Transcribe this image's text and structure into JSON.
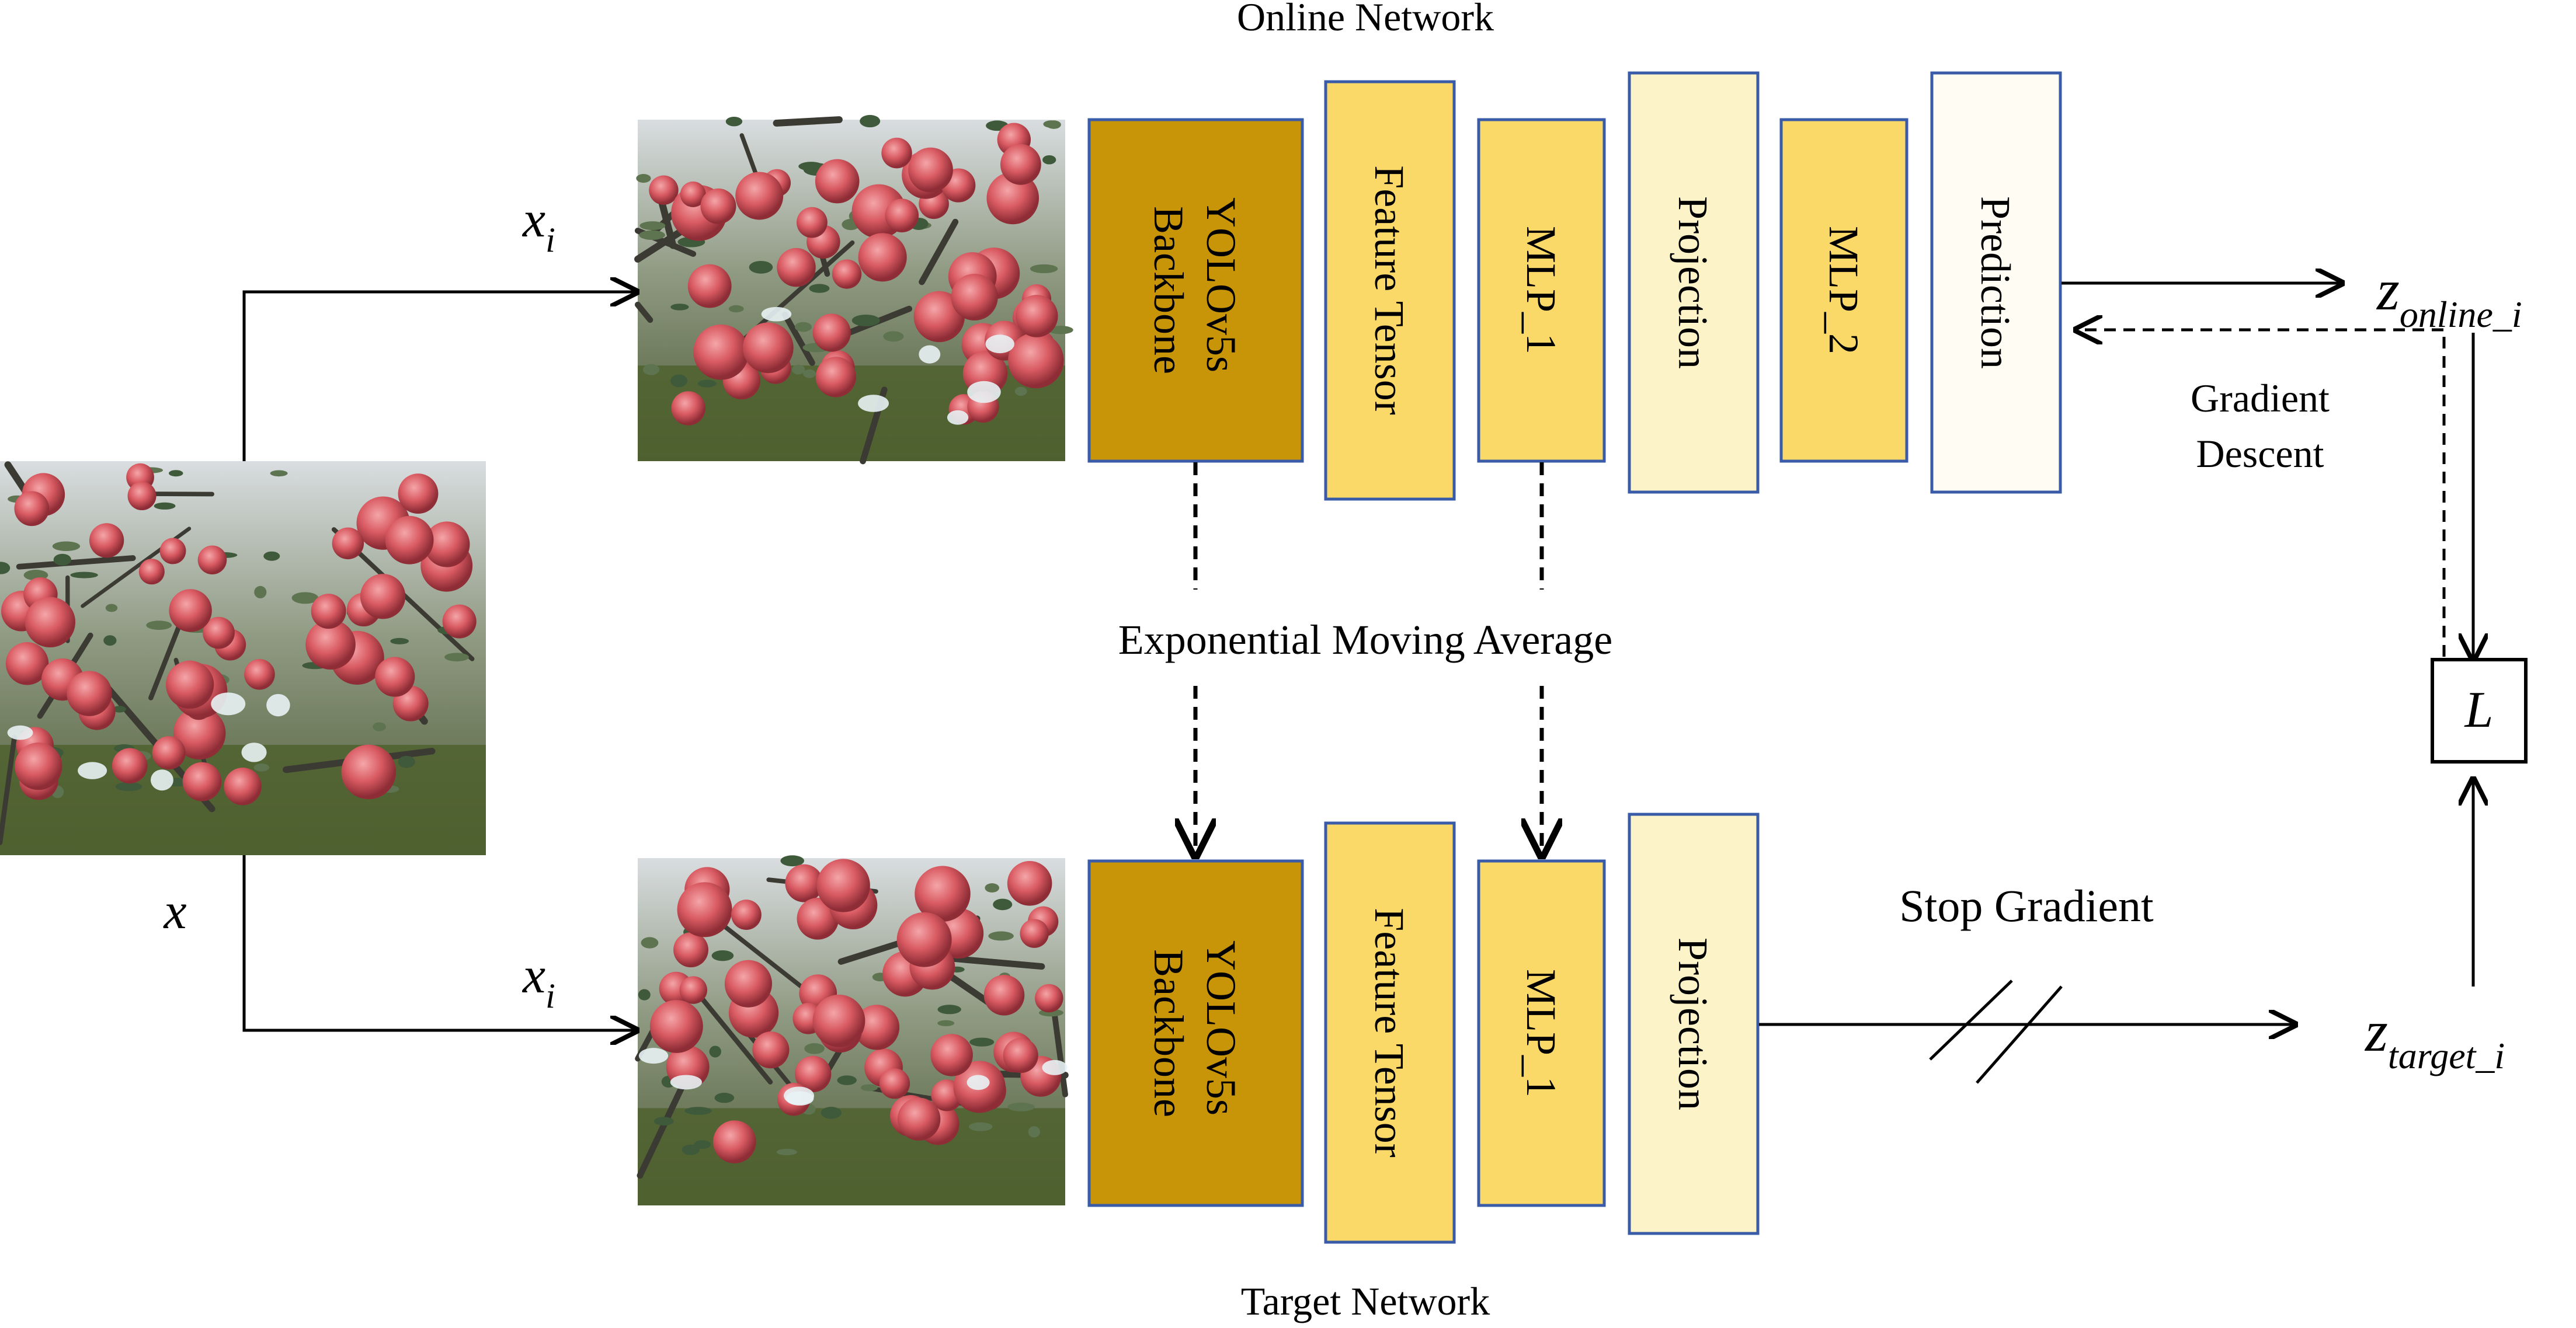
{
  "diagram": {
    "online_title": "Online Network",
    "target_title": "Target Network",
    "ema_label": "Exponential Moving Average",
    "stop_gradient_label": "Stop Gradient",
    "gradient_descent_label": [
      "Gradient",
      "Descent"
    ],
    "input_label": "x",
    "view_label": {
      "base": "x",
      "sub": "i"
    },
    "online_output": {
      "base": "z",
      "sub": "online_i"
    },
    "target_output": {
      "base": "z",
      "sub": "target_i"
    },
    "loss_label": "L",
    "online_blocks": [
      {
        "id": "backbone",
        "lines": [
          "YOLOv5s",
          "Backbone"
        ]
      },
      {
        "id": "feature",
        "lines": [
          "Feature Tensor"
        ]
      },
      {
        "id": "mlp1",
        "lines": [
          "MLP_1"
        ]
      },
      {
        "id": "projection",
        "lines": [
          "Projection"
        ]
      },
      {
        "id": "mlp2",
        "lines": [
          "MLP_2"
        ]
      },
      {
        "id": "prediction",
        "lines": [
          "Prediction"
        ]
      }
    ],
    "target_blocks": [
      {
        "id": "backbone",
        "lines": [
          "YOLOv5s",
          "Backbone"
        ]
      },
      {
        "id": "feature",
        "lines": [
          "Feature Tensor"
        ]
      },
      {
        "id": "mlp1",
        "lines": [
          "MLP_1"
        ]
      },
      {
        "id": "projection",
        "lines": [
          "Projection"
        ]
      }
    ],
    "colors": {
      "backbone": "#c89408",
      "feature": "#fbd969",
      "mlp": "#fbd969",
      "projection": "#fdf3c9",
      "mlp2": "#fbd969",
      "prediction": "#fffdf3",
      "block_border": "#3a5ba8"
    }
  }
}
